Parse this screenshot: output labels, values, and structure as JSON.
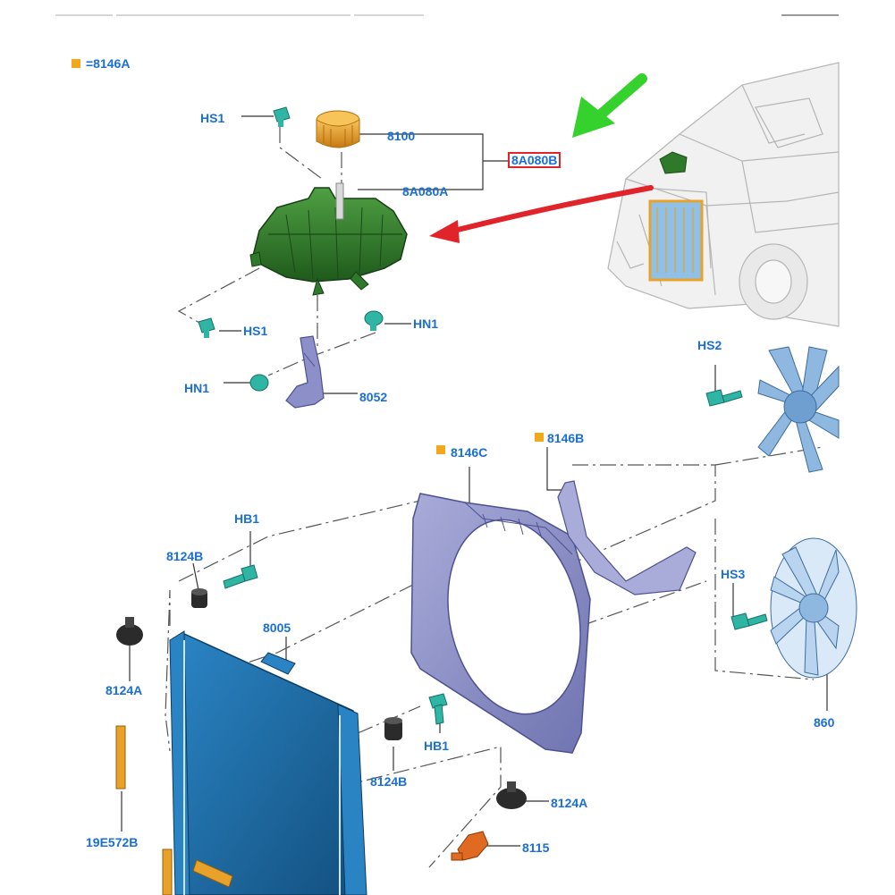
{
  "legend": {
    "text": "=8146A",
    "color": "#f2a81d"
  },
  "labels": {
    "hs1_top": "HS1",
    "cap": "8100",
    "kit": "8A080B",
    "tank": "8A080A",
    "hs1_bottom": "HS1",
    "hn1_right": "HN1",
    "hn1_left": "HN1",
    "bracket": "8052",
    "hs2": "HS2",
    "shroud": "8146C",
    "deflector": "8146B",
    "hb1_top": "HB1",
    "iso_top": "8124B",
    "hs3": "HS3",
    "radiator": "8005",
    "mount_left": "8124A",
    "hb1_bottom": "HB1",
    "iso_bottom": "8124B",
    "mount_bottom": "8124A",
    "sensor_tube": "19E572B",
    "sensor": "8115",
    "fan": "860"
  },
  "colors": {
    "label": "#1a6fd6",
    "tank": "#2f7a2a",
    "cap": "#e8a22a",
    "hardware": "#2fb5a3",
    "radiator": "#1f6fb0",
    "shroud": "#8c8fc8",
    "fan": "#8fb8e0",
    "arrow_green": "#35d12d",
    "arrow_red": "#e0242a",
    "highlight": "#e0242a"
  }
}
